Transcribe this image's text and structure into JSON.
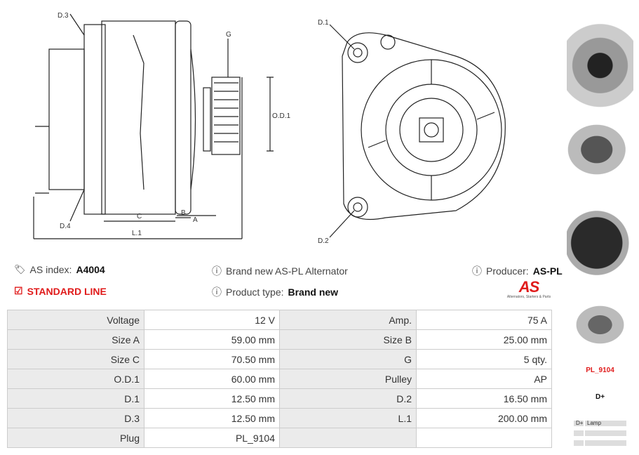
{
  "drawing": {
    "labels": [
      "D.3",
      "D.4",
      "G",
      "O.D.1",
      "C",
      "B",
      "A",
      "L.1",
      "D.1",
      "D.2"
    ]
  },
  "info": {
    "as_index_label": "AS index:",
    "as_index_value": "A4004",
    "line": "STANDARD LINE",
    "description": "Brand new AS-PL Alternator",
    "product_type_label": "Product type:",
    "product_type_value": "Brand new",
    "producer_label": "Producer:",
    "producer_value": "AS-PL",
    "logo_text": "AS",
    "logo_tagline": "Alternators, Starters & Parts"
  },
  "specs": [
    [
      "Voltage",
      "12 V",
      "Amp.",
      "75 A"
    ],
    [
      "Size A",
      "59.00 mm",
      "Size B",
      "25.00 mm"
    ],
    [
      "Size C",
      "70.50 mm",
      "G",
      "5 qty."
    ],
    [
      "O.D.1",
      "60.00 mm",
      "Pulley",
      "AP"
    ],
    [
      "D.1",
      "12.50 mm",
      "D.2",
      "16.50 mm"
    ],
    [
      "D.3",
      "12.50 mm",
      "L.1",
      "200.00 mm"
    ],
    [
      "Plug",
      "PL_9104",
      "",
      ""
    ]
  ],
  "sidebar": {
    "plug_code": "PL_9104",
    "terminal": "D+",
    "pin_table": [
      [
        "D+",
        "Lamp"
      ],
      [
        "",
        ""
      ],
      [
        "",
        ""
      ]
    ]
  },
  "colors": {
    "accent": "#e01b1b"
  }
}
